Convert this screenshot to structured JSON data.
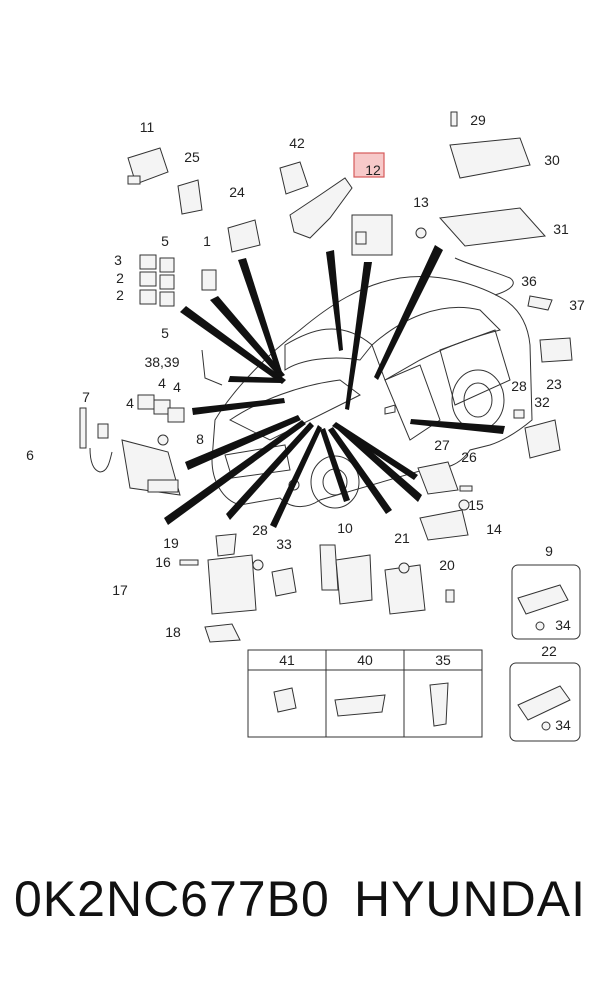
{
  "diagram": {
    "callouts": [
      "1",
      "2",
      "2",
      "3",
      "4",
      "4",
      "4",
      "5",
      "5",
      "6",
      "7",
      "8",
      "9",
      "10",
      "11",
      "12",
      "13",
      "14",
      "15",
      "16",
      "17",
      "18",
      "19",
      "20",
      "21",
      "22",
      "23",
      "24",
      "25",
      "26",
      "27",
      "28",
      "28",
      "29",
      "30",
      "31",
      "32",
      "33",
      "34",
      "34",
      "35",
      "36",
      "37",
      "38,39",
      "40",
      "41",
      "42"
    ],
    "highlighted_callout": "12",
    "table_headers": [
      "41",
      "40",
      "35"
    ]
  },
  "footer": {
    "part_number": "0K2NC677B0",
    "brand": "HYUNDAI"
  }
}
